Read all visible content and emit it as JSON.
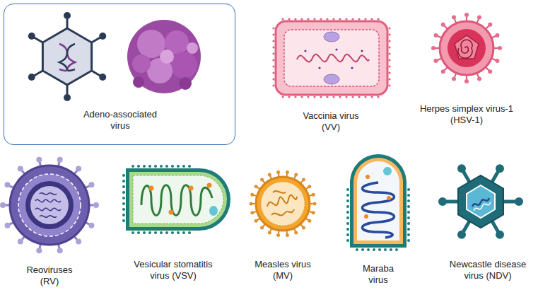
{
  "diagram": {
    "nodes": [
      {
        "text": [
          "Adeno-associated virus"
        ]
      }
    ],
    "labels": [
      "Vaccinia virus (VV)",
      "Herpes simplex virus-1 (HSV-1)",
      "Reoviruses (RV)",
      "Vesicular stomatitis virus (VSV)",
      "Measles virus (MV)",
      "Maraba virus",
      "Newcastle disease virus (NDV)"
    ]
  }
}
